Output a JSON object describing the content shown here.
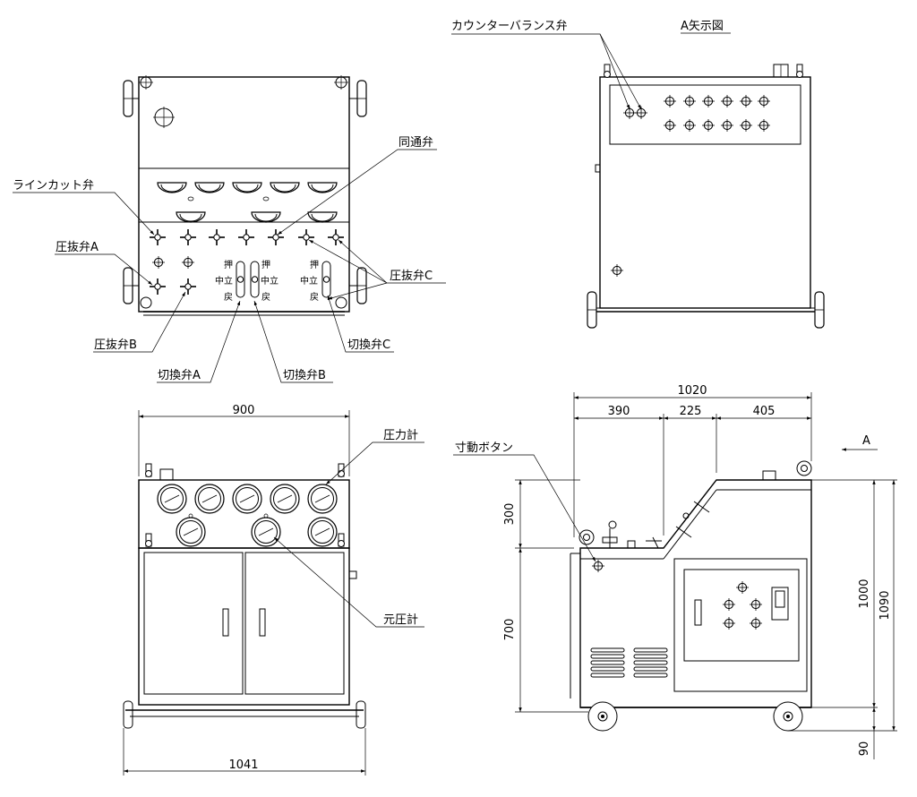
{
  "labels": {
    "counterbalance_valve": "カウンターバランス弁",
    "a_view": "A矢示図",
    "line_cut_valve": "ラインカット弁",
    "common_valve": "同通弁",
    "relief_valve_a": "圧抜弁A",
    "relief_valve_b": "圧抜弁B",
    "relief_valve_c": "圧抜弁C",
    "switch_valve_a": "切換弁A",
    "switch_valve_b": "切換弁B",
    "switch_valve_c": "切換弁C",
    "pressure_gauge": "圧力計",
    "source_pressure_gauge": "元圧計",
    "jog_button": "寸動ボタン",
    "arrow_a": "A",
    "lever_push": "押",
    "lever_neutral": "中立",
    "lever_return": "戻"
  },
  "dimensions": {
    "front_width": "900",
    "front_overall_width": "1041",
    "side_overall_width": "1020",
    "side_seg1": "390",
    "side_seg2": "225",
    "side_seg3": "405",
    "height_upper": "300",
    "height_lower": "700",
    "height_body": "1000",
    "height_total": "1090",
    "caster_height": "90"
  }
}
